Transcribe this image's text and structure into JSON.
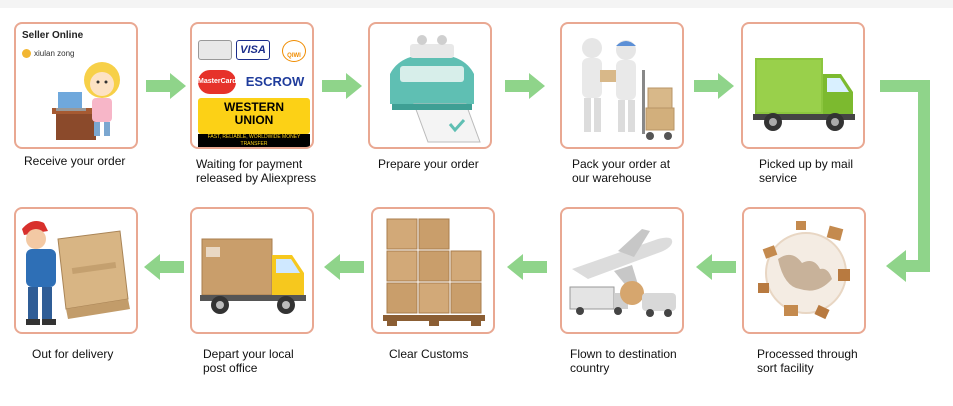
{
  "steps": [
    {
      "id": "receive",
      "label_lines": [
        "Receive your order"
      ]
    },
    {
      "id": "payment",
      "label_lines": [
        "Waiting for payment",
        "released by Aliexpress"
      ]
    },
    {
      "id": "prepare",
      "label_lines": [
        "Prepare your order"
      ]
    },
    {
      "id": "pack",
      "label_lines": [
        "Pack your order at",
        "our warehouse"
      ]
    },
    {
      "id": "pickup",
      "label_lines": [
        "Picked up by mail",
        "service"
      ]
    },
    {
      "id": "sort",
      "label_lines": [
        "Processed through",
        "sort facility"
      ]
    },
    {
      "id": "flown",
      "label_lines": [
        "Flown to destination",
        "country"
      ]
    },
    {
      "id": "customs",
      "label_lines": [
        "Clear Customs"
      ]
    },
    {
      "id": "depart",
      "label_lines": [
        "Depart your local",
        "post office"
      ]
    },
    {
      "id": "delivery",
      "label_lines": [
        "Out for delivery"
      ]
    }
  ],
  "seller_card": {
    "title": "Seller Online",
    "name": "xiulan zong"
  },
  "payment_logos": {
    "visa": "VISA",
    "mastercard": "MasterCard",
    "escrow": "ESCROW",
    "qiwi": "QIWI",
    "western_union": [
      "WESTERN",
      "UNION"
    ],
    "western_union_tagline": "FAST, RELIABLE, WORLDWIDE MONEY TRANSFER"
  },
  "colors": {
    "card_border": "#e9a892",
    "arrow": "#8fd48a"
  }
}
